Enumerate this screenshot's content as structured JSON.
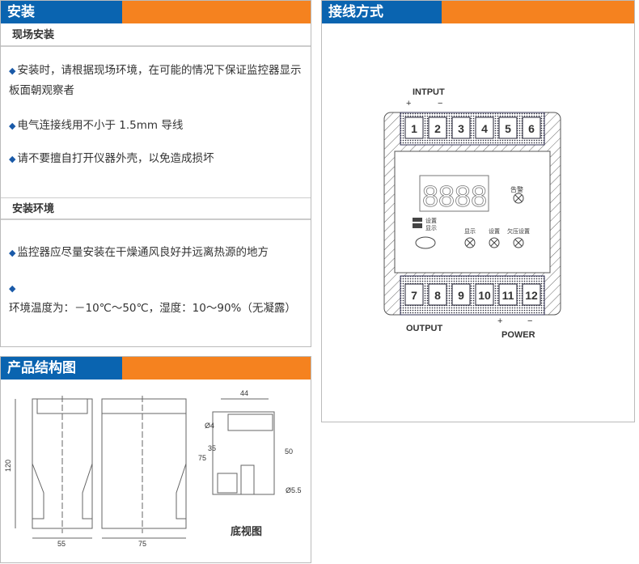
{
  "install": {
    "title": "安装",
    "sub1": "现场安装",
    "items1": [
      "安装时，请根据现场环境，在可能的情况下保证监控器显示板面朝观察者",
      "电气连接线用不小于 1.5mm 导线",
      "请不要擅自打开仪器外壳，以免造成损坏"
    ],
    "sub2": "安装环境",
    "items2": [
      "监控器应尽量安装在干燥通风良好并远离热源的地方",
      "环境温度为：－10℃～50℃，湿度：10～90%（无凝露）"
    ]
  },
  "wiring": {
    "title": "接线方式",
    "input": "INTPUT",
    "output": "OUTPUT",
    "power": "POWER",
    "plus": "+",
    "minus": "−",
    "top_terminals": [
      "1",
      "2",
      "3",
      "4",
      "5",
      "6"
    ],
    "bottom_terminals": [
      "7",
      "8",
      "9",
      "10",
      "11",
      "12"
    ],
    "alarm": "告警",
    "set_display": "设置\n显示",
    "set_label1": "设置",
    "set_label2": "显示",
    "lamps": [
      "显示",
      "设置",
      "欠压设置"
    ]
  },
  "structure": {
    "title": "产品结构图",
    "dims": {
      "h120": "120",
      "w55": "55",
      "w75": "75",
      "w44": "44",
      "d4": "Ø4",
      "h75": "75",
      "h35": "35",
      "h50": "50",
      "d55": "Ø5.5"
    },
    "bottom_view": "底视图"
  },
  "colors": {
    "blue": "#0a64b0",
    "orange": "#f5821f"
  }
}
